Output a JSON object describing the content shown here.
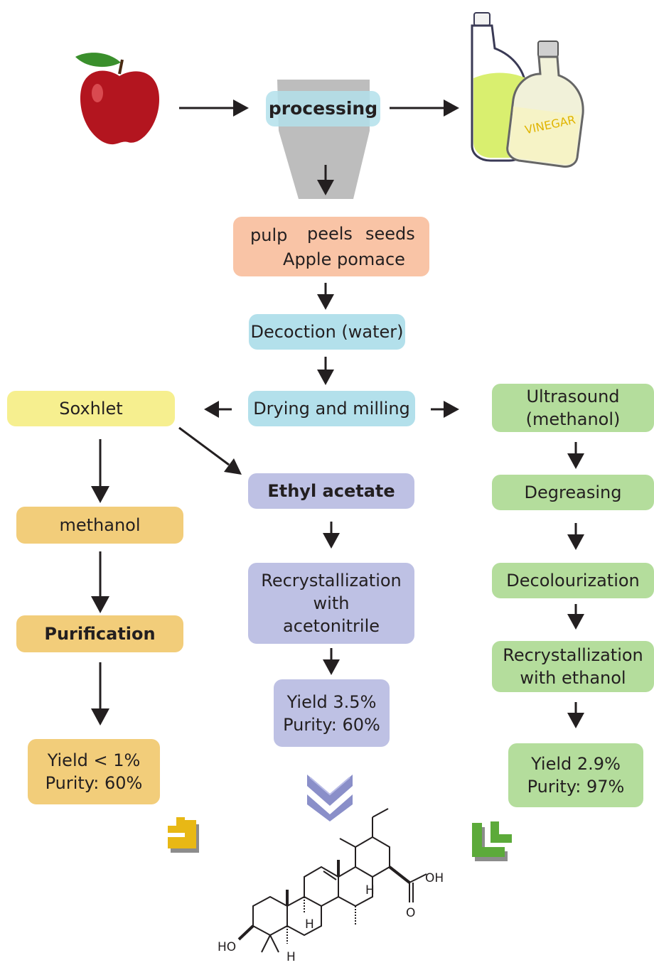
{
  "header": {
    "processing": "processing"
  },
  "pomace": {
    "pulp": "pulp",
    "peels": "peels",
    "seeds": "seeds",
    "title": "Apple pomace"
  },
  "center": {
    "decoction": "Decoction (water)",
    "drying": "Drying and milling",
    "ethyl": "Ethyl acetate",
    "recryst_l1": "Recrystallization",
    "recryst_l2": "with",
    "recryst_l3": "acetonitrile",
    "yield": "Yield 3.5%",
    "purity": "Purity: 60%"
  },
  "left": {
    "soxhlet": "Soxhlet",
    "methanol": "methanol",
    "purification": "Purification",
    "yield": "Yield < 1%",
    "purity": "Purity: 60%"
  },
  "right": {
    "ultra_l1": "Ultrasound",
    "ultra_l2": "(methanol)",
    "degreasing": "Degreasing",
    "decolour": "Decolourization",
    "recryst_l1": "Recrystallization",
    "recryst_l2": "with ethanol",
    "yield": "Yield 2.9%",
    "purity": "Purity: 97%"
  },
  "bottle": {
    "label": "VINEGAR"
  },
  "molecule": {
    "oh": "OH",
    "o": "O",
    "ho": "HO",
    "h1": "H",
    "h2": "H",
    "h3": "H"
  },
  "colors": {
    "blue": "#b3e0eb",
    "peach": "#f9c4a6",
    "yellow": "#f6ef8f",
    "orange": "#f2cd7a",
    "purple": "#bec1e4",
    "green": "#b4dd9c"
  }
}
